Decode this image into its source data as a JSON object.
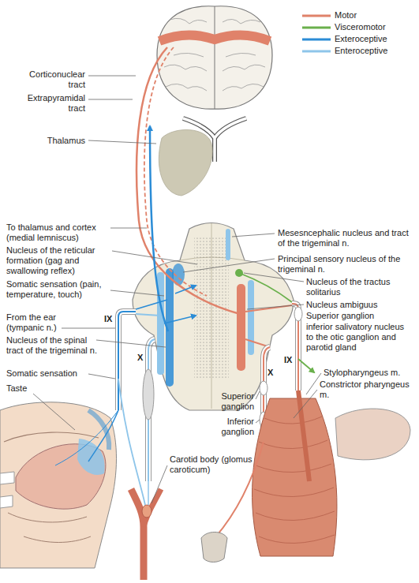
{
  "diagram": {
    "labels": [
      "Corticonuclear tract",
      "Extrapyramidal tract",
      "Thalamus",
      "To thalamus and cortex (medial lemniscus)",
      "Nucleus of the reticular formation (gag and swallowing reflex)",
      "Somatic sensation (pain, temperature, touch)",
      "From the ear (tympanic n.)",
      "Nucleus of the spinal tract of the trigeminal n.",
      "Somatic sensation",
      "Taste",
      "IX",
      "X",
      "X",
      "IX",
      "Mesesncephalic nucleus and tract of the trigeminal n.",
      "Principal sensory nucleus of the trigeminal n.",
      "Nucleus of the tractus solitarius",
      "Nucleus ambiguus",
      "Superior ganglion",
      "inferior salivatory nucleus to the otic ganglion and parotid gland",
      "Stylopharyngeus m.",
      "Constrictor pharyngeus m.",
      "Superior ganglion",
      "Inferior ganglion",
      "Carotid body (glomus caroticum)"
    ],
    "legend": [
      {
        "text": "Motor",
        "color": "#e0826a"
      },
      {
        "text": "Visceromotor",
        "color": "#6ab04c"
      },
      {
        "text": "Exteroceptive",
        "color": "#2b8cd6"
      },
      {
        "text": "Enteroceptive",
        "color": "#8ec5ea"
      }
    ]
  }
}
